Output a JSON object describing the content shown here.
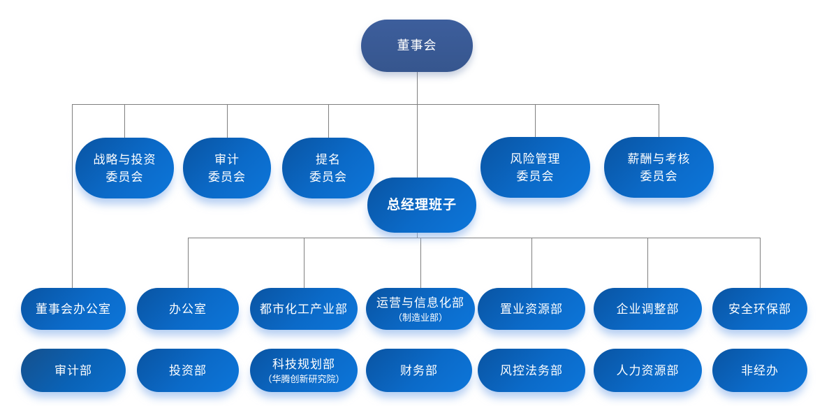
{
  "colors": {
    "root_fill": "#3a5a96",
    "node_gradient_dark": "#0a54a2",
    "node_gradient_mid": "#0b6ac8",
    "node_gradient_light": "#0d76da",
    "audit_dept_gradient_dark": "#15508c",
    "connector_line": "#7f7f7f",
    "node_text": "#ffffff",
    "shadow_glow": "#8db4eb"
  },
  "org_chart": {
    "board": {
      "label": "董事会"
    },
    "gm_team": {
      "label": "总经理班子"
    },
    "committees": [
      {
        "line1": "战略与投资",
        "line2": "委员会"
      },
      {
        "line1": "审计",
        "line2": "委员会"
      },
      {
        "line1": "提名",
        "line2": "委员会"
      },
      {
        "line1": "风险管理",
        "line2": "委员会"
      },
      {
        "line1": "薪酬与考核",
        "line2": "委员会"
      }
    ],
    "departments_row1": [
      {
        "label": "董事会办公室"
      },
      {
        "label": "办公室"
      },
      {
        "label": "都市化工产业部"
      },
      {
        "label": "运营与信息化部",
        "sublabel": "（制造业部）"
      },
      {
        "label": "置业资源部"
      },
      {
        "label": "企业调整部"
      },
      {
        "label": "安全环保部"
      }
    ],
    "departments_row2": [
      {
        "label": "审计部"
      },
      {
        "label": "投资部"
      },
      {
        "label": "科技规划部",
        "sublabel": "（华腾创新研究院）"
      },
      {
        "label": "财务部"
      },
      {
        "label": "风控法务部"
      },
      {
        "label": "人力资源部"
      },
      {
        "label": "非经办"
      }
    ]
  }
}
